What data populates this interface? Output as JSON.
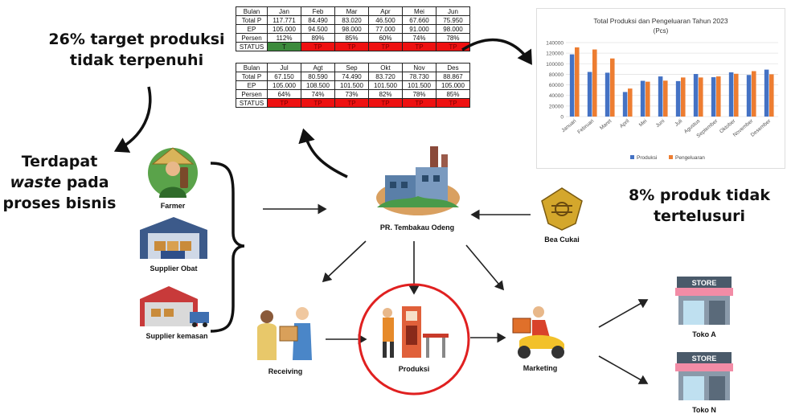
{
  "callouts": {
    "target": [
      "26% target produksi",
      "tidak terpenuhi"
    ],
    "waste": {
      "line1": "Terdapat",
      "emph": "waste",
      "line2_rest": " pada",
      "line3": "proses bisnis"
    },
    "trace": [
      "8% produk tidak",
      "tertelusuri"
    ]
  },
  "tables": [
    {
      "header": [
        "Bulan",
        "Jan",
        "Feb",
        "Mar",
        "Apr",
        "Mei",
        "Jun"
      ],
      "rows": [
        {
          "label": "Total P",
          "values": [
            "117.771",
            "84.490",
            "83.020",
            "46.500",
            "67.660",
            "75.950"
          ]
        },
        {
          "label": "EP",
          "values": [
            "105.000",
            "94.500",
            "98.000",
            "77.000",
            "91.000",
            "98.000"
          ]
        },
        {
          "label": "Persen",
          "values": [
            "112%",
            "89%",
            "85%",
            "60%",
            "74%",
            "78%"
          ]
        }
      ],
      "status_label": "STATUS",
      "status": [
        "T",
        "TP",
        "TP",
        "TP",
        "TP",
        "TP"
      ]
    },
    {
      "header": [
        "Bulan",
        "Jul",
        "Agt",
        "Sep",
        "Okt",
        "Nov",
        "Des"
      ],
      "rows": [
        {
          "label": "Total P",
          "values": [
            "67.150",
            "80.590",
            "74.490",
            "83.720",
            "78.730",
            "88.867"
          ]
        },
        {
          "label": "EP",
          "values": [
            "105.000",
            "108.500",
            "101.500",
            "101.500",
            "101.500",
            "105.000"
          ]
        },
        {
          "label": "Persen",
          "values": [
            "64%",
            "74%",
            "73%",
            "82%",
            "78%",
            "85%"
          ]
        }
      ],
      "status_label": "STATUS",
      "status": [
        "TP",
        "TP",
        "TP",
        "TP",
        "TP",
        "TP"
      ]
    }
  ],
  "nodes": {
    "farmer": "Farmer",
    "supplier_obat": "Supplier Obat",
    "supplier_kemasan": "Supplier kemasan",
    "factory": "PR. Tembakau Odeng",
    "bea_cukai": "Bea Cukai",
    "receiving": "Receiving",
    "produksi": "Produksi",
    "marketing": "Marketing",
    "toko_a": "Toko A",
    "toko_n": "Toko N",
    "store_sign": "STORE"
  },
  "chart_data": {
    "type": "bar",
    "title": "Total Produksi dan Pengeluaran Tahun 2023",
    "subtitle": "(Pcs)",
    "categories": [
      "Januari",
      "Februari",
      "Maret",
      "April",
      "Mei",
      "Juni",
      "Juli",
      "Agustus",
      "September",
      "Oktober",
      "November",
      "Desember"
    ],
    "series": [
      {
        "name": "Produksi",
        "color": "#4472c4",
        "values": [
          117771,
          84490,
          83020,
          46500,
          67660,
          75950,
          67150,
          80590,
          74490,
          83720,
          78730,
          88867
        ]
      },
      {
        "name": "Pengeluaran",
        "color": "#ed7d31",
        "values": [
          131000,
          127000,
          110000,
          53000,
          66000,
          68000,
          74000,
          74000,
          76000,
          81000,
          86000,
          80000
        ]
      }
    ],
    "yticks": [
      "0",
      "20000",
      "40000",
      "60000",
      "80000",
      "100000",
      "120000",
      "140000"
    ],
    "ylim": [
      0,
      140000
    ],
    "grid": true,
    "legend_position": "bottom"
  }
}
